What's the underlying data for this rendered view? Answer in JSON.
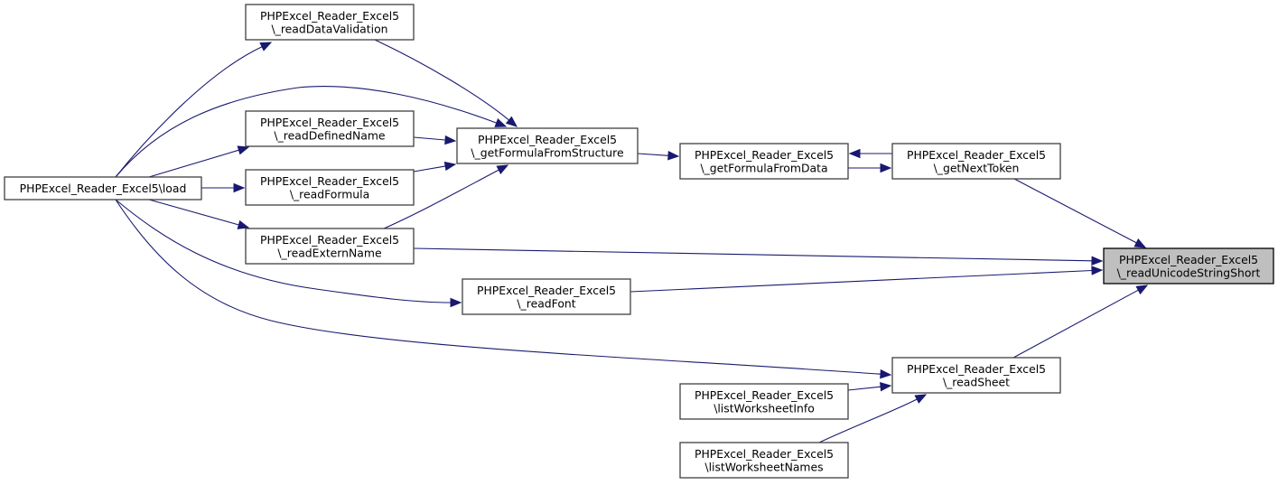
{
  "title": "PHPExcel_Reader_Excel5\\_readUnicodeStringShort caller graph",
  "colors": {
    "edge": "#191970",
    "node_border": "#404040",
    "focus_fill": "#bfbfbf",
    "node_fill": "#ffffff"
  },
  "nodes": [
    {
      "id": "load",
      "lines": [
        "PHPExcel_Reader_Excel5\\load"
      ]
    },
    {
      "id": "readDataValidation",
      "lines": [
        "PHPExcel_Reader_Excel5",
        "\\_readDataValidation"
      ]
    },
    {
      "id": "readDefinedName",
      "lines": [
        "PHPExcel_Reader_Excel5",
        "\\_readDefinedName"
      ]
    },
    {
      "id": "readFormula",
      "lines": [
        "PHPExcel_Reader_Excel5",
        "\\_readFormula"
      ]
    },
    {
      "id": "readExternName",
      "lines": [
        "PHPExcel_Reader_Excel5",
        "\\_readExternName"
      ]
    },
    {
      "id": "getFormulaFromStructure",
      "lines": [
        "PHPExcel_Reader_Excel5",
        "\\_getFormulaFromStructure"
      ]
    },
    {
      "id": "readFont",
      "lines": [
        "PHPExcel_Reader_Excel5",
        "\\_readFont"
      ]
    },
    {
      "id": "getFormulaFromData",
      "lines": [
        "PHPExcel_Reader_Excel5",
        "\\_getFormulaFromData"
      ]
    },
    {
      "id": "getNextToken",
      "lines": [
        "PHPExcel_Reader_Excel5",
        "\\_getNextToken"
      ]
    },
    {
      "id": "readUnicodeStringShort",
      "lines": [
        "PHPExcel_Reader_Excel5",
        "\\_readUnicodeStringShort"
      ],
      "focus": true
    },
    {
      "id": "readSheet",
      "lines": [
        "PHPExcel_Reader_Excel5",
        "\\_readSheet"
      ]
    },
    {
      "id": "listWorksheetInfo",
      "lines": [
        "PHPExcel_Reader_Excel5",
        "\\listWorksheetInfo"
      ]
    },
    {
      "id": "listWorksheetNames",
      "lines": [
        "PHPExcel_Reader_Excel5",
        "\\listWorksheetNames"
      ]
    }
  ],
  "edges": [
    {
      "from": "load",
      "to": "readDataValidation"
    },
    {
      "from": "load",
      "to": "getFormulaFromStructure"
    },
    {
      "from": "load",
      "to": "readDefinedName"
    },
    {
      "from": "load",
      "to": "readFormula"
    },
    {
      "from": "load",
      "to": "readExternName"
    },
    {
      "from": "load",
      "to": "readFont"
    },
    {
      "from": "load",
      "to": "readSheet"
    },
    {
      "from": "readDataValidation",
      "to": "getFormulaFromStructure"
    },
    {
      "from": "readDefinedName",
      "to": "getFormulaFromStructure"
    },
    {
      "from": "readFormula",
      "to": "getFormulaFromStructure"
    },
    {
      "from": "readExternName",
      "to": "getFormulaFromStructure"
    },
    {
      "from": "readExternName",
      "to": "readUnicodeStringShort"
    },
    {
      "from": "getFormulaFromStructure",
      "to": "getFormulaFromData"
    },
    {
      "from": "getFormulaFromData",
      "to": "getNextToken"
    },
    {
      "from": "getNextToken",
      "to": "getFormulaFromData"
    },
    {
      "from": "getNextToken",
      "to": "readUnicodeStringShort"
    },
    {
      "from": "readFont",
      "to": "readUnicodeStringShort"
    },
    {
      "from": "readSheet",
      "to": "readUnicodeStringShort"
    },
    {
      "from": "listWorksheetInfo",
      "to": "readSheet"
    },
    {
      "from": "listWorksheetNames",
      "to": "readSheet"
    }
  ]
}
